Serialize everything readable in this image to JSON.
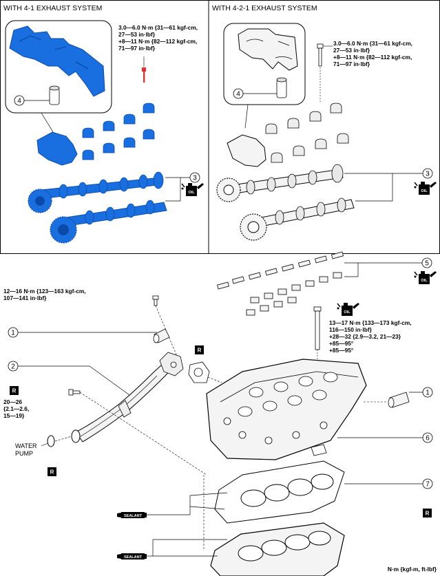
{
  "panels": {
    "left_title": "WITH 4-1 EXHAUST SYSTEM",
    "right_title": "WITH 4-2-1 EXHAUST SYSTEM"
  },
  "torque_specs": {
    "left_bolt": [
      "3.0—6.0 N·m {31—61 kgf-cm,",
      "27—53 in·lbf}",
      "+8—11 N·m {82—112 kgf-cm,",
      "71—97 in·lbf}"
    ],
    "right_bolt": [
      "3.0—6.0 N·m {31—61 kgf-cm,",
      "27—53 in·lbf}",
      "+8—11 N·m {82—112 kgf-cm,",
      "71—97 in·lbf}"
    ],
    "pipe_bolt": [
      "12—16 N·m {123—163 kgf-cm,",
      "107—141 in·lbf}"
    ],
    "pump_bolt": [
      "20—26",
      "{2.1—2.6,",
      "15—19}"
    ],
    "head_bolt": [
      "13—17 N·m {133—173 kgf-cm,",
      "116—150 in·lbf}",
      "+28—32 {2.9—3.2, 21—23}",
      "+85—95°",
      "+85—95°"
    ]
  },
  "callouts": {
    "c1a": "1",
    "c1b": "1",
    "c2": "2",
    "c3a": "3",
    "c3b": "3",
    "c4a": "4",
    "c4b": "4",
    "c5": "5",
    "c6": "6",
    "c7": "7"
  },
  "badges": {
    "replace": "R",
    "oil": "OIL",
    "sealant": "SEALANT"
  },
  "labels": {
    "water_pump": [
      "WATER",
      "PUMP"
    ],
    "units": "N·m {kgf-m, ft-lbf}"
  },
  "colors": {
    "blue_part": "#1a6fe0",
    "blue_dark": "#0b4aa8",
    "bolt_red": "#e03030",
    "line": "#000000"
  }
}
